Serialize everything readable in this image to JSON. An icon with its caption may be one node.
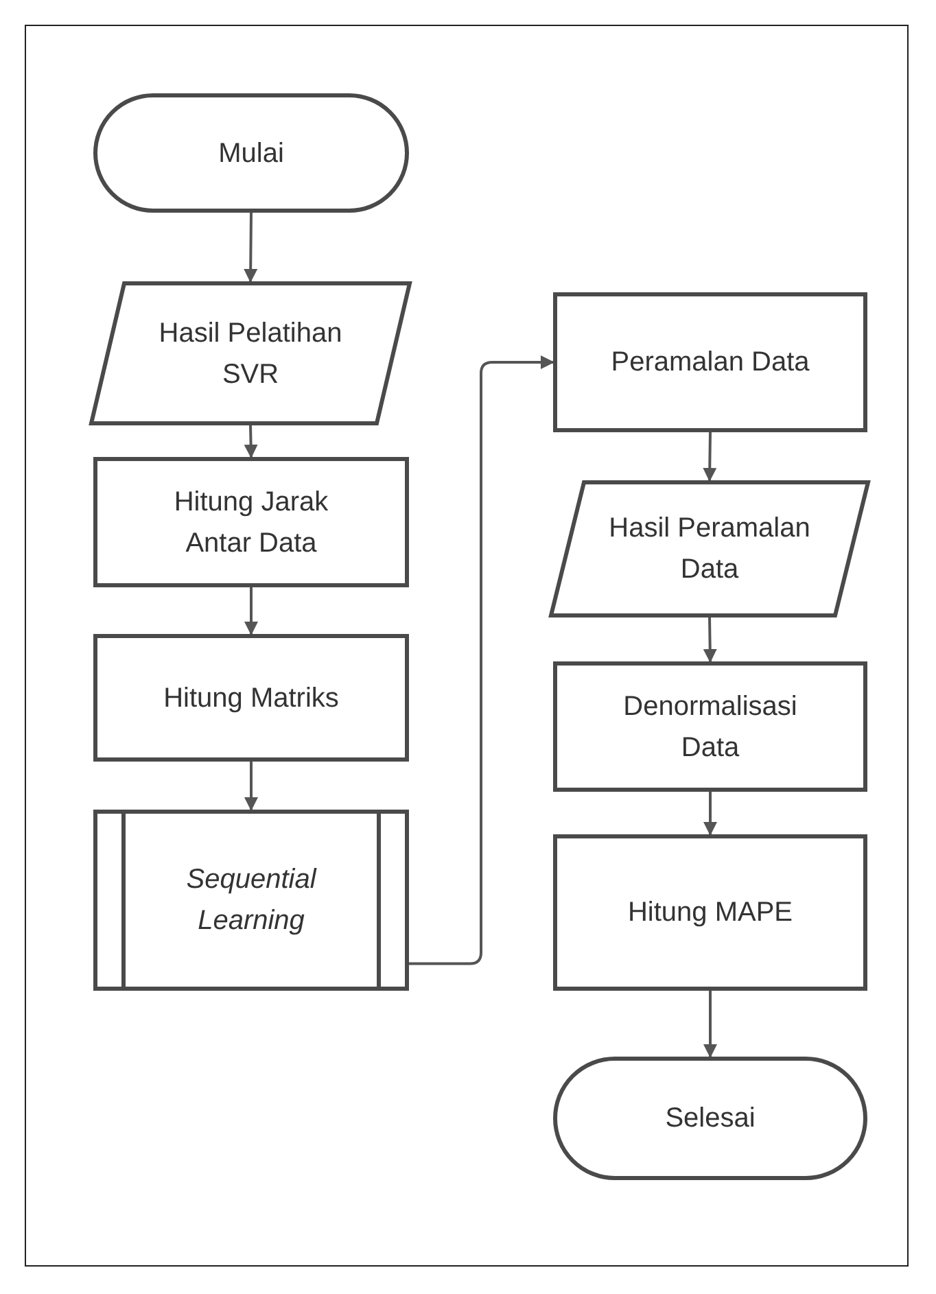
{
  "diagram": {
    "nodes": [
      {
        "text": [
          "Mulai"
        ]
      },
      {
        "text": [
          "Hasil Pelatihan SVR"
        ]
      },
      {
        "text": [
          "Hitung Jarak Antar Data"
        ]
      },
      {
        "text": [
          "Hitung Matriks"
        ]
      },
      {
        "text": [
          "Sequential Learning"
        ]
      },
      {
        "text": [
          "Peramalan Data"
        ]
      },
      {
        "text": [
          "Hasil Peramalan Data"
        ]
      },
      {
        "text": [
          "Denormalisasi Data"
        ]
      },
      {
        "text": [
          "Hitung MAPE"
        ]
      },
      {
        "text": [
          "Selesai"
        ]
      }
    ],
    "edges": [
      {
        "from": 0,
        "to": 1,
        "arrow": "to"
      },
      {
        "from": 1,
        "to": 2,
        "arrow": "to"
      },
      {
        "from": 2,
        "to": 3,
        "arrow": "to"
      },
      {
        "from": 3,
        "to": 4,
        "arrow": "to"
      },
      {
        "from": 4,
        "to": 5,
        "arrow": "to"
      },
      {
        "from": 5,
        "to": 6,
        "arrow": "to"
      },
      {
        "from": 6,
        "to": 7,
        "arrow": "to"
      },
      {
        "from": 7,
        "to": 8,
        "arrow": "to"
      },
      {
        "from": 8,
        "to": 9,
        "arrow": "to"
      }
    ]
  }
}
